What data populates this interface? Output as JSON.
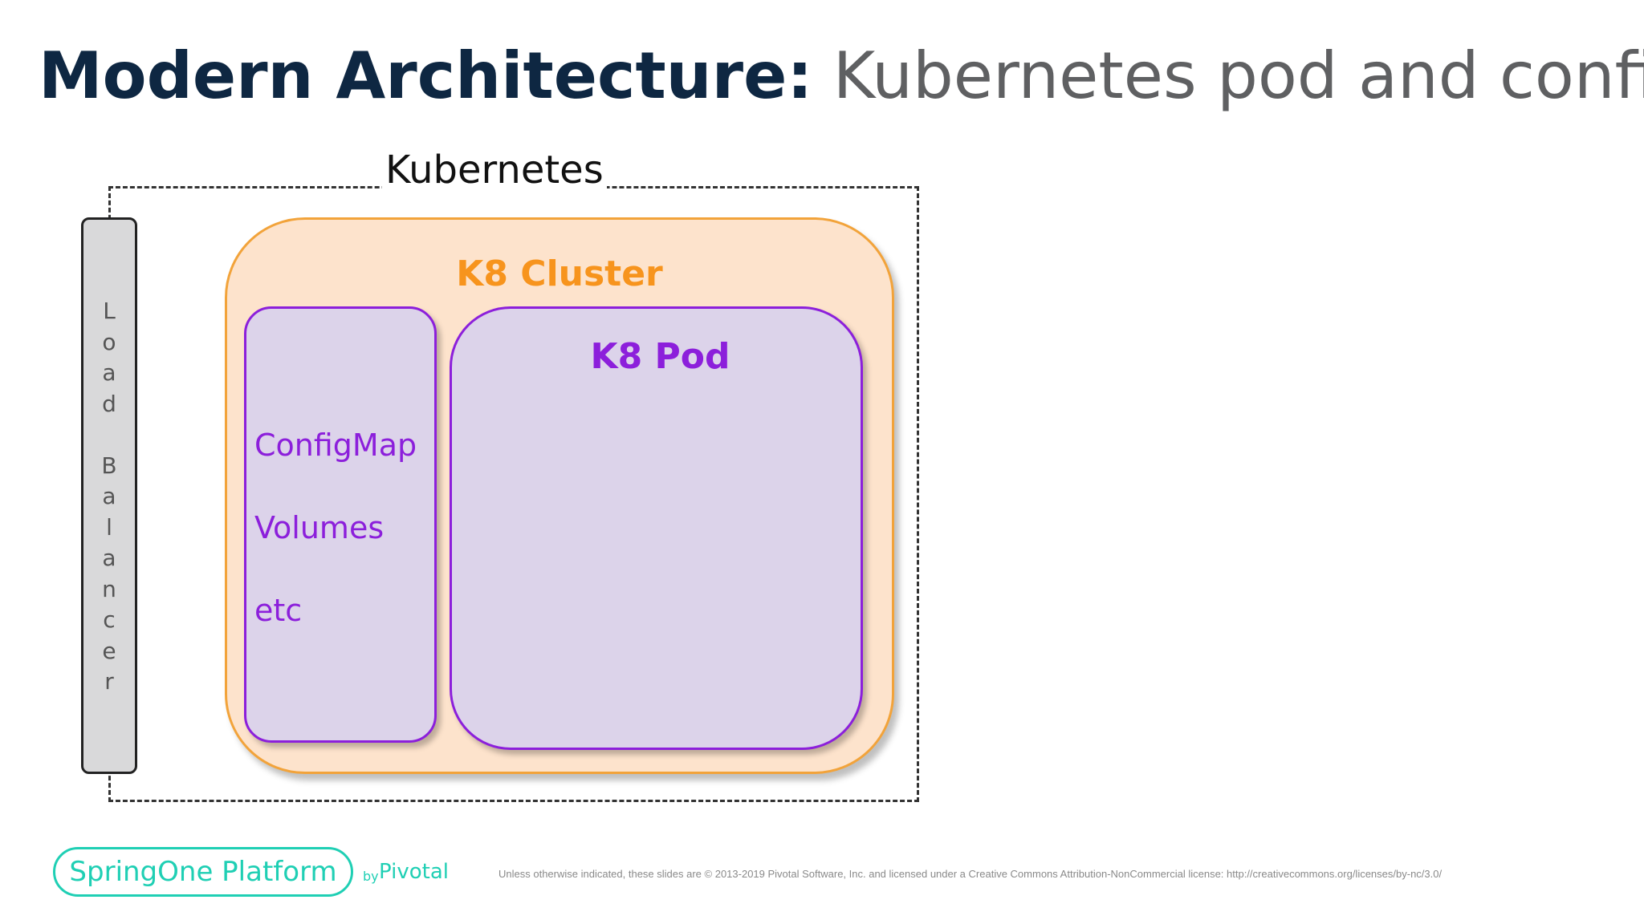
{
  "title": {
    "bold": "Modern Architecture:",
    "light": "Kubernetes pod and config"
  },
  "diagram": {
    "kubernetes_label": "Kubernetes",
    "load_balancer_letters": [
      "L",
      "o",
      "a",
      "d",
      "",
      "B",
      "a",
      "l",
      "a",
      "n",
      "c",
      "e",
      "r"
    ],
    "cluster_label": "K8 Cluster",
    "config_items": [
      "ConfigMap",
      "Volumes",
      "etc"
    ],
    "pod_label": "K8 Pod"
  },
  "footer": {
    "brand": "SpringOne Platform",
    "by": "by",
    "pivotal": "Pivotal",
    "legal": "Unless otherwise indicated, these slides are © 2013-2019 Pivotal Software, Inc. and licensed under a Creative Commons Attribution-NonCommercial license: http://creativecommons.org/licenses/by-nc/3.0/"
  },
  "colors": {
    "title_dark": "#0e2742",
    "title_grey": "#5f6062",
    "cluster_fill": "#fde3cc",
    "cluster_border": "#f2a33a",
    "cluster_text": "#f7941d",
    "purple": "#8c1fdb",
    "pod_fill": "#dcd3ea",
    "load_balancer_fill": "#d9d9da",
    "brand_teal": "#1fcfb4"
  }
}
